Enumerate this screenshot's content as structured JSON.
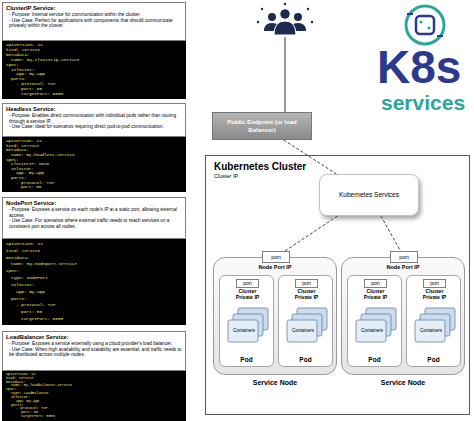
{
  "diagram": {
    "nodes": [
      {
        "text": [
          "ClusterIP Service:",
          "- Purpose: Internal service for communication within the cluster.",
          "- Use Case: Perfect for applications with components that should communicate privately within the cluster."
        ]
      },
      {
        "text": [
          "apiVersion: v1",
          "kind: Service",
          "metadata:",
          "name: my-clusterip-service",
          "spec:",
          "selector:",
          "app: my-app",
          "ports:",
          "- protocol: TCP",
          "port: 80",
          "targetPort: 8080"
        ]
      },
      {
        "text": [
          "Headless Service:",
          "- Purpose: Enables direct communication with individual pods rather than routing through a service IP.",
          "- Use Case: Ideal for scenarios requiring direct pod-to-pod communication."
        ]
      },
      {
        "text": [
          "apiVersion: v1",
          "kind: Service",
          "metadata:",
          "name: my-headless-service",
          "spec:",
          "clusterIP: None",
          "selector:",
          "app: my-app",
          "ports:",
          "- protocol: TCP",
          "port: 80"
        ]
      },
      {
        "text": [
          "NodePort Service:",
          "- Purpose: Exposes a service on each node's IP at a static port, allowing external access.",
          "- Use Case: For scenarios where external traffic needs to reach services on a consistent port across all nodes."
        ]
      },
      {
        "text": [
          "apiVersion: v1",
          "kind: Service",
          "metadata:",
          "name: my-nodeport-service",
          "spec:",
          "type: NodePort",
          "selector:",
          "app: my-app",
          "ports:",
          "- protocol: TCP",
          "port: 80",
          "targetPort: 8080"
        ]
      },
      {
        "text": [
          "LoadBalancer Service:",
          "- Purpose: Exposes a service externally using a cloud provider's load balancer.",
          "- Use Case: When high availability and scalability are essential, and traffic needs to be distributed across multiple nodes."
        ]
      },
      {
        "text": [
          "apiVersion: v1",
          "kind: Service",
          "metadata:",
          "name: my-loadbalancer-service",
          "spec:",
          "type: LoadBalancer",
          "selector:",
          "app: my-app",
          "ports:",
          "- protocol: TCP",
          "port: 80",
          "targetPort: 8080"
        ]
      },
      {
        "text": [
          "Public Endpoint (or load Balancer)"
        ]
      },
      {
        "text": [
          "Kubernetes Cluster",
          "Cluster IP"
        ]
      },
      {
        "text": [
          "Kubernetes Services"
        ],
        "in": 9
      },
      {
        "text": [
          "Node Port IP",
          "Service Node"
        ],
        "in": 9
      },
      {
        "text": [
          "port"
        ],
        "in": 11
      },
      {
        "text": [
          "Cluster Private IP",
          "Pod"
        ],
        "in": 11
      },
      {
        "text": [
          "port"
        ],
        "in": 13
      },
      {
        "text": [
          "Containers"
        ],
        "in": 13
      },
      {
        "text": [
          "Cluster Private IP",
          "Pod"
        ],
        "in": 11
      },
      {
        "text": [
          "port"
        ],
        "in": 16
      },
      {
        "text": [
          "Containers"
        ],
        "in": 16
      },
      {
        "text": [
          "Node Port IP",
          "Service Node"
        ],
        "in": 9
      },
      {
        "text": [
          "port"
        ],
        "in": 19
      },
      {
        "text": [
          "Cluster Private IP",
          "Pod"
        ],
        "in": 19
      },
      {
        "text": [
          "port"
        ],
        "in": 21
      },
      {
        "text": [
          "Containers"
        ],
        "in": 21
      },
      {
        "text": [
          "Cluster Private IP",
          "Pod"
        ],
        "in": 19
      },
      {
        "text": [
          "port"
        ],
        "in": 24
      },
      {
        "text": [
          "Containers"
        ],
        "in": 24
      }
    ],
    "edges": [
      {
        "from": 8,
        "to": 10,
        "arrow": "none"
      },
      {
        "from": 10,
        "to": 12,
        "arrow": "none"
      },
      {
        "from": 10,
        "to": 20,
        "arrow": "none"
      }
    ],
    "labels": [
      "K8s",
      "services"
    ]
  }
}
